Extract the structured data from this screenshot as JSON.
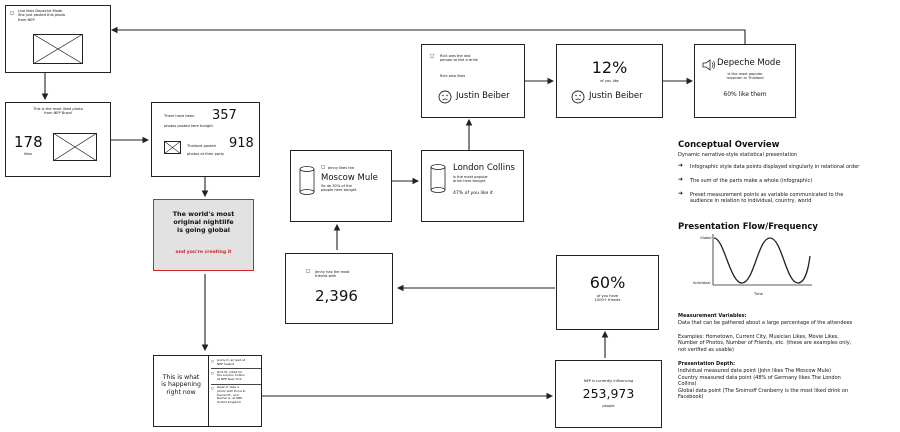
{
  "box_lisa": {
    "text": "Lisa likes Depeche Mode\nShe just posted this photo\nfrom NEP"
  },
  "box_photo": {
    "caption": "This is the most liked photo\nfrom NEP Brazil",
    "likes_count": "178",
    "likes_label": "likes"
  },
  "box_photos": {
    "line1": "There have been",
    "count": "357",
    "line2": "photos posted here tonight",
    "country_prefix": "Thailand posted",
    "country_count": "918",
    "country_suffix": "photos at their party"
  },
  "box_red": {
    "headline": "The world's most\noriginal nightlife\nis going global",
    "sub": "and you're creating it"
  },
  "box_jenny_drink": {
    "line1": "Jenny likes the",
    "drink": "Moscow Mule",
    "line2": "So do 30% of the\npeople here tonight"
  },
  "box_london": {
    "name": "London Collins",
    "line1": "is the most popular\ndrink here tonight",
    "stat": "47% of you like it"
  },
  "box_rick": {
    "line1": "Rick was the last\nperson to like a drink",
    "line2": "Rick also likes",
    "artist": "Justin Beiber"
  },
  "box_12": {
    "percent": "12%",
    "sub": "of you like",
    "artist": "Justin Beiber"
  },
  "box_depeche": {
    "name": "Depeche Mode",
    "line1": "is the most popular\nmusician in Thailand",
    "stat": "60% like them"
  },
  "box_jenny_friends": {
    "line1": "Jenny has the most\nfriends with",
    "count": "2,396"
  },
  "box_60": {
    "percent": "60%",
    "sub": "of you have\n1000+ friends"
  },
  "box_happening": {
    "text": "This is what\nis happening\nright now",
    "feed": [
      "Jenny D. arrived at\nNEP Ireland",
      "Rick W. voted for\nthe London Collins\nat NEP New York",
      "Rajan P. take a\nphoto with Fiona P.,\nDaniel M., and\nRachel G. at NEP\nUnited Kingdom"
    ]
  },
  "box_influence": {
    "line1": "NEP is currently influencing",
    "count": "253,973",
    "line2": "people"
  },
  "overview": {
    "title": "Conceptual Overview",
    "subtitle": "Dynamic narrative-style statistical presentation",
    "bullets": [
      "Infographic style data points displayed singularly in relational order",
      "The sum of the parts make a whole (infographic)",
      "Preset measurement points as variable communicated to the\naudience in relation to individual, country, world"
    ]
  },
  "flow": {
    "title": "Presentation Flow/Frequency",
    "y_top": "Global",
    "y_bottom": "Individual",
    "x_label": "Time"
  },
  "measurement": {
    "title": "Measurement Variables:",
    "desc": "Data that can be gathered about a large percentage of the attendees",
    "examples": "Examples: Hometown, Current City, Musician Likes, Movie Likes,\nNumber of Photos, Number of Friends, etc. (these are examples only,\nnot verified as usable)"
  },
  "depth": {
    "title": "Presentation Depth:",
    "lines": [
      "Individual measured data point (John likes The Moscow Mule)",
      "Country measured data point (48% of Germany likes The London\nCollins)",
      "Global data point (The Smirnoff Cranberry is the most liked drink on\nFacebook)"
    ]
  },
  "colors": {
    "accent_red": "#d0232a",
    "box_border": "#222222",
    "gray_fill": "#e2e2e2"
  }
}
